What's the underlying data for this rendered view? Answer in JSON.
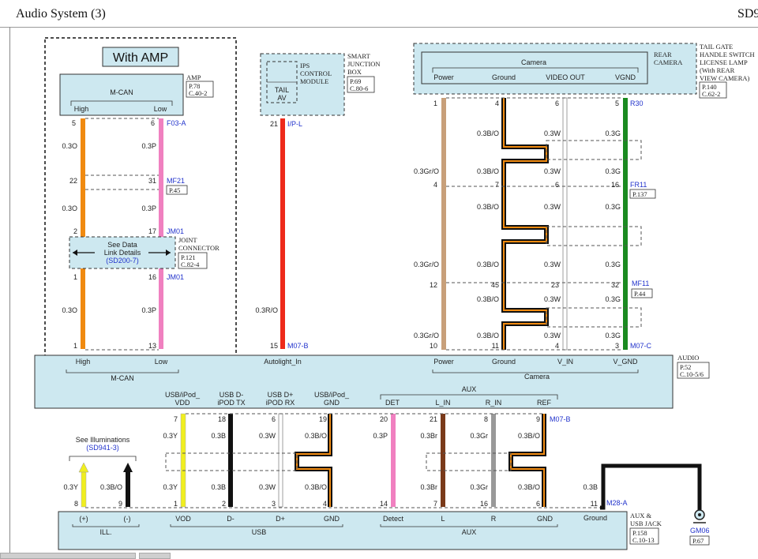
{
  "page": {
    "title": "Audio System (3)",
    "code": "SD9"
  },
  "amp": {
    "with_amp": "With AMP",
    "name": "AMP",
    "ref": [
      "P.78",
      "C.40-2"
    ],
    "bus": "M-CAN",
    "pins": [
      "High",
      "Low"
    ],
    "f03": "F03-A",
    "mf21": "MF21",
    "mf21_ref": "P.45",
    "jm01_top": "JM01",
    "jm01_bot": "JM01",
    "wires": [
      "0.3O",
      "0.3P"
    ],
    "pin_numbers": {
      "a5": "5",
      "a6": "6",
      "a22": "22",
      "a31": "31",
      "a2": "2",
      "a17": "17",
      "a1": "1",
      "a16": "16",
      "a1b": "1",
      "a13": "13"
    }
  },
  "joint": {
    "name": [
      "JOINT",
      "CONNECTOR"
    ],
    "ref": [
      "P.121",
      "C.82-4"
    ],
    "see": [
      "See Data",
      "Link Details"
    ],
    "see_ref": "(SD200-7)"
  },
  "ips": {
    "name": [
      "IPS",
      "CONTROL",
      "MODULE"
    ],
    "tail": [
      "TAIL",
      "AV"
    ],
    "sjb": [
      "SMART",
      "JUNCTION",
      "BOX"
    ],
    "ref": [
      "P.69",
      "C.80-6"
    ],
    "pin": "21",
    "conn": "I/P-L",
    "wire": "0.3R/O",
    "pin15": "15",
    "m07b": "M07-B"
  },
  "camera": {
    "title": "Camera",
    "pins": [
      "Power",
      "Ground",
      "VIDEO OUT",
      "VGND"
    ],
    "side": [
      "REAR",
      "CAMERA"
    ],
    "tailgate": [
      "TAIL GATE",
      "HANDLE SWITCH",
      "LICENSE LAMP",
      "(With REAR",
      "VIEW CAMERA)"
    ],
    "ref": [
      "P.140",
      "C.62-2"
    ],
    "top_pins": [
      "1",
      "4",
      "6",
      "5"
    ],
    "r30": "R30",
    "fr11": "FR11",
    "fr11_ref": "P.137",
    "mf11": "MF11",
    "mf11_ref": "P.44",
    "m07c": "M07-C",
    "mid_pins": [
      "4",
      "7",
      "6",
      "16"
    ],
    "low_pins": [
      "12",
      "45",
      "23",
      "32"
    ],
    "bot_pins": [
      "10",
      "11",
      "4",
      "3"
    ],
    "w_power": "0.3Gr/O",
    "w_gnd": "0.3B/O",
    "w_vid": "0.3W",
    "w_vgnd": "0.3G"
  },
  "audio": {
    "name": "AUDIO",
    "ref": [
      "P.52",
      "C.10-5/6"
    ],
    "pins": [
      "High",
      "Low",
      "Autolight_In",
      "Power",
      "Ground",
      "V_IN",
      "V_GND"
    ],
    "mcan": "M-CAN",
    "camera": "Camera",
    "usb_pins": [
      [
        "USB/iPod_",
        "VDD"
      ],
      [
        "USB D-",
        "iPOD TX"
      ],
      [
        "USB D+",
        "iPOD RX"
      ],
      [
        "USB/iPod_",
        "GND"
      ]
    ],
    "aux": "AUX",
    "aux_pins": [
      "DET",
      "L_IN",
      "R_IN",
      "REF"
    ],
    "m07b": "M07-B",
    "top_pins": [
      "7",
      "18",
      "6",
      "19",
      "20",
      "21",
      "8",
      "9"
    ],
    "wires": [
      "0.3Y",
      "0.3B",
      "0.3W",
      "0.3B/O",
      "0.3P",
      "0.3Br",
      "0.3Gr",
      "0.3B/O"
    ]
  },
  "ill": {
    "see": "See Illuminations",
    "see_ref": "(SD941-3)",
    "wires": [
      "0.3Y",
      "0.3B/O"
    ],
    "pins": [
      "8",
      "9"
    ],
    "labels": [
      "(+)",
      "(-)"
    ],
    "name": "ILL."
  },
  "jack": {
    "name": [
      "AUX &",
      "USB JACK"
    ],
    "ref": [
      "P.158",
      "C.10-13"
    ],
    "pins": [
      "1",
      "2",
      "3",
      "4",
      "14",
      "7",
      "16",
      "6",
      "11"
    ],
    "labels": [
      "VOD",
      "D-",
      "D+",
      "GND",
      "Detect",
      "L",
      "R",
      "GND",
      "Ground"
    ],
    "usb": "USB",
    "aux": "AUX",
    "m28a": "M28-A",
    "ground_wire": "0.3B",
    "gm06": "GM06",
    "gm06_ref": "P.67"
  }
}
